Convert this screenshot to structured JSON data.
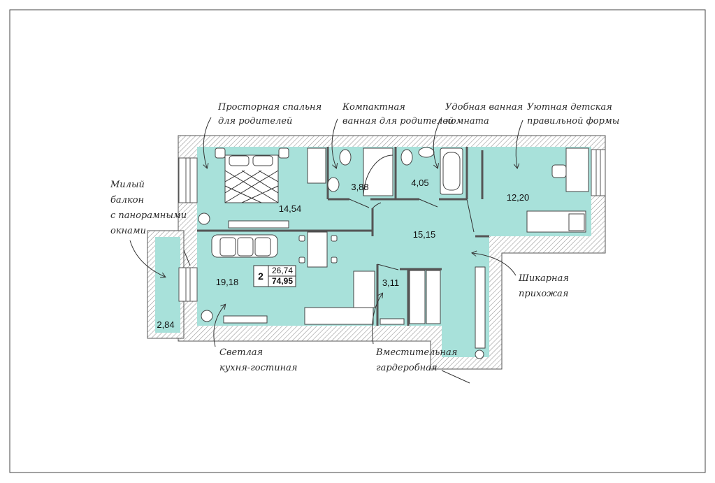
{
  "plan": {
    "rooms": 2,
    "living_area": "26,74",
    "total_area": "74,95"
  },
  "areas": {
    "bedroom": "14,54",
    "bath_parents": "3,88",
    "bath_main": "4,05",
    "kids_room": "12,20",
    "hall": "15,15",
    "kitchen_living": "19,18",
    "wardrobe": "3,11",
    "balcony": "2,84"
  },
  "notes": {
    "bedroom": [
      "Просторная спальня",
      "для родителей"
    ],
    "bath_parents": [
      "Компактная",
      "ванная для родителей"
    ],
    "bath_main": [
      "Удобная ванная",
      "комната"
    ],
    "kids_room": [
      "Уютная детская",
      "правильной формы"
    ],
    "balcony": [
      "Милый",
      "балкон",
      "с панорамными",
      "окнами"
    ],
    "hall": [
      "Шикарная",
      "прихожая"
    ],
    "kitchen_living": [
      "Светлая",
      "кухня-гостиная"
    ],
    "wardrobe": [
      "Вместительная",
      "гардеробная"
    ]
  }
}
